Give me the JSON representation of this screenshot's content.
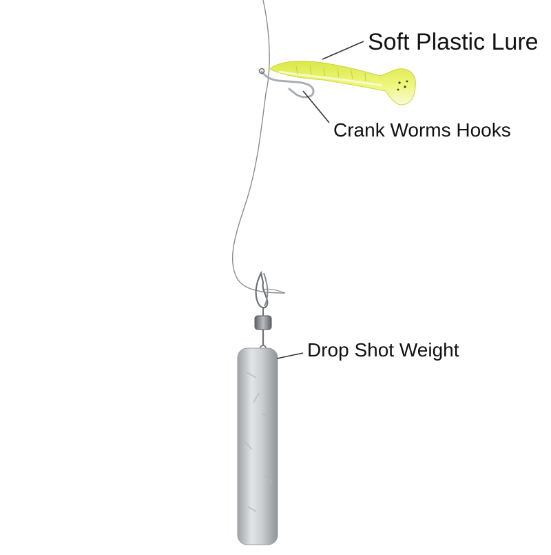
{
  "labels": {
    "lure": "Soft Plastic Lure",
    "hooks": "Crank Worms Hooks",
    "weight": "Drop Shot Weight"
  },
  "colors": {
    "background": "#ffffff",
    "text": "#111111",
    "line": "#8a8d90",
    "leader": "#333333",
    "lure_body": "#e6f25a",
    "lure_belly": "#f6fbd6",
    "hook": "#a9adb3",
    "weight": "#c9ccce",
    "swivel": "#7d8186"
  },
  "icons": {
    "lure": "soft-plastic-lure-icon",
    "hook": "crank-worm-hook-icon",
    "swivel": "snap-swivel-icon",
    "weight": "drop-shot-weight-icon"
  }
}
